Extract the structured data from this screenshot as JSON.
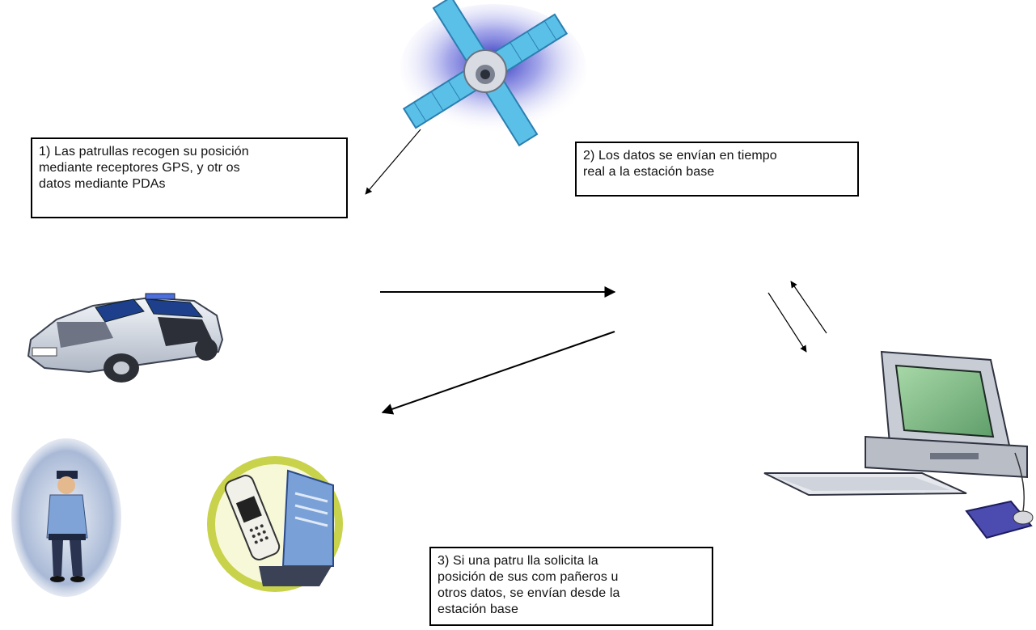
{
  "diagram": {
    "steps": [
      {
        "number": "1)",
        "lines": [
          "1) Las patrullas recogen su posición",
          "mediante receptores GPS, y otr os",
          "datos mediante PDAs"
        ]
      },
      {
        "number": "2)",
        "lines": [
          "2) Los datos se envían en tiempo",
          "real a la estación base"
        ]
      },
      {
        "number": "3)",
        "lines": [
          "3) Si una patru lla solicita la",
          "posición de sus com pañeros u",
          "otros datos, se envían desde la",
          "estación base"
        ]
      }
    ],
    "icons": [
      "satellite-icon",
      "police-car-icon",
      "police-officer-icon",
      "pda-laptop-icon",
      "computer-base-station-icon"
    ],
    "colors": {
      "satellite_glow": "#2a2fc8",
      "panel_blue": "#5bc0e8",
      "car_body": "#d9dee6",
      "screen_green": "#7fb884",
      "mouse_pad": "#4b4bb0",
      "pda_ring": "#c8d24a"
    }
  }
}
